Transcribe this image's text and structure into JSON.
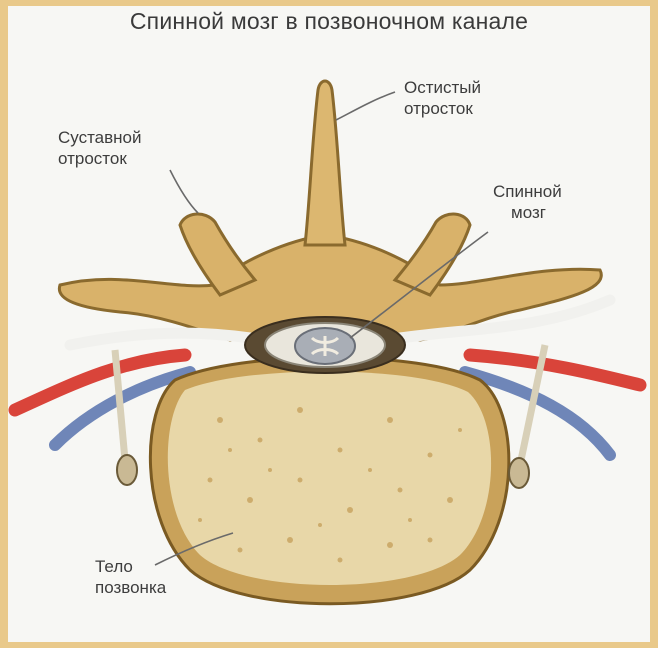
{
  "title": "Спинной мозг в позвоночном канале",
  "labels": {
    "spinous_line1": "Остистый",
    "spinous_line2": "отросток",
    "articular_line1": "Суставной",
    "articular_line2": "отросток",
    "cord_line1": "Спинной",
    "cord_line2": "мозг",
    "body_line1": "Тело",
    "body_line2": "позвонка"
  },
  "colors": {
    "page_border": "#e9c98a",
    "bone": "#d9b26a",
    "bone_outline": "#8a6a2e",
    "vertebral_body": "#e7d5a4",
    "artery": "#d9443a",
    "vein": "#6f86b8"
  }
}
